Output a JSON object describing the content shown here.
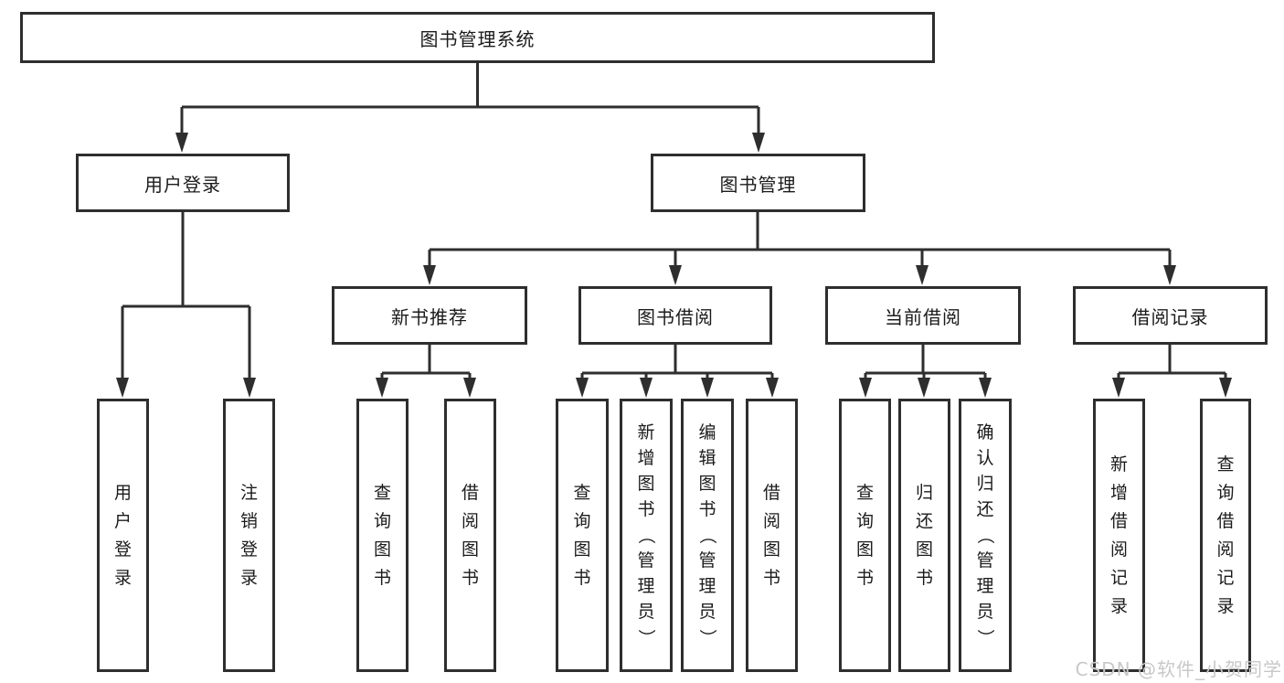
{
  "diagram": {
    "title": "图书管理系统",
    "watermark": "CSDN @软件_小贺同学",
    "colors": {
      "line": "#2e2e2e",
      "box_border": "#2e2e2e",
      "text": "#1b1b1b",
      "watermark": "#c8c8c8",
      "background": "#ffffff"
    },
    "tree": {
      "id": "root",
      "label": "图书管理系统",
      "children": [
        {
          "id": "user-login",
          "label": "用户登录",
          "children": [
            {
              "id": "leaf-user-login",
              "label": "用户登录"
            },
            {
              "id": "leaf-logout",
              "label": "注销登录"
            }
          ]
        },
        {
          "id": "book-management",
          "label": "图书管理",
          "children": [
            {
              "id": "new-book-recommend",
              "label": "新书推荐",
              "children": [
                {
                  "id": "leaf-query-books-1",
                  "label": "查询图书"
                },
                {
                  "id": "leaf-borrow-books-1",
                  "label": "借阅图书"
                }
              ]
            },
            {
              "id": "book-borrowing",
              "label": "图书借阅",
              "children": [
                {
                  "id": "leaf-query-books-2",
                  "label": "查询图书"
                },
                {
                  "id": "leaf-add-books",
                  "label": "新增图书（管理员）"
                },
                {
                  "id": "leaf-edit-books",
                  "label": "编辑图书（管理员）"
                },
                {
                  "id": "leaf-borrow-books-2",
                  "label": "借阅图书"
                }
              ]
            },
            {
              "id": "current-borrowing",
              "label": "当前借阅",
              "children": [
                {
                  "id": "leaf-query-books-3",
                  "label": "查询图书"
                },
                {
                  "id": "leaf-return-books",
                  "label": "归还图书"
                },
                {
                  "id": "leaf-confirm-return",
                  "label": "确认归还（管理员）"
                }
              ]
            },
            {
              "id": "borrowing-records",
              "label": "借阅记录",
              "children": [
                {
                  "id": "leaf-add-borrow-record",
                  "label": "新增借阅记录"
                },
                {
                  "id": "leaf-query-borrow-record",
                  "label": "查询借阅记录"
                }
              ]
            }
          ]
        }
      ]
    }
  }
}
